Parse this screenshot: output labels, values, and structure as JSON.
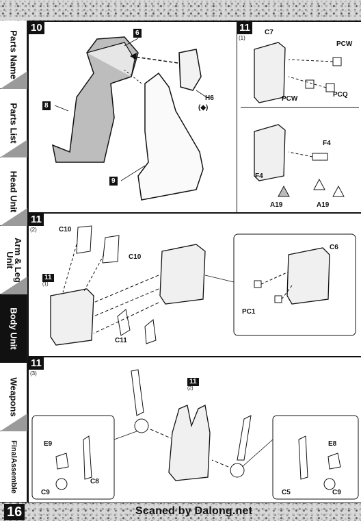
{
  "sidebar": {
    "tabs": [
      {
        "label": "Parts Name"
      },
      {
        "label": "Parts List"
      },
      {
        "label": "Head Unit"
      },
      {
        "label": "Arm & Leg Unit"
      },
      {
        "label": "Body Unit"
      },
      {
        "label": "Weapons"
      },
      {
        "label": "FinalAssemble"
      }
    ]
  },
  "steps": {
    "s10": {
      "num": "10",
      "labels": {
        "a": "6",
        "b": "8",
        "c": "H6",
        "d": "9"
      }
    },
    "s11_1": {
      "num": "11",
      "sub": "(1)",
      "labels": {
        "c7": "C7",
        "pcw1": "PCW",
        "pcw2": "PCW",
        "pcq": "PCQ",
        "f4a": "F4",
        "f4b": "F4",
        "a19a": "A19",
        "a19b": "A19"
      }
    },
    "s11_2": {
      "num": "11",
      "sub": "(2)",
      "ref": "11",
      "refsub": "(1)",
      "labels": {
        "c10a": "C10",
        "c10b": "C10",
        "c11": "C11",
        "c6": "C6",
        "pc1": "PC1"
      }
    },
    "s11_3": {
      "num": "11",
      "sub": "(3)",
      "ref": "11",
      "refsub": "(2)",
      "labels": {
        "e9": "E9",
        "c8": "C8",
        "c9a": "C9",
        "e8": "E8",
        "c5": "C5",
        "c9b": "C9"
      }
    }
  },
  "footer": {
    "page": "16",
    "credit": "Scaned by Dalong.net"
  }
}
